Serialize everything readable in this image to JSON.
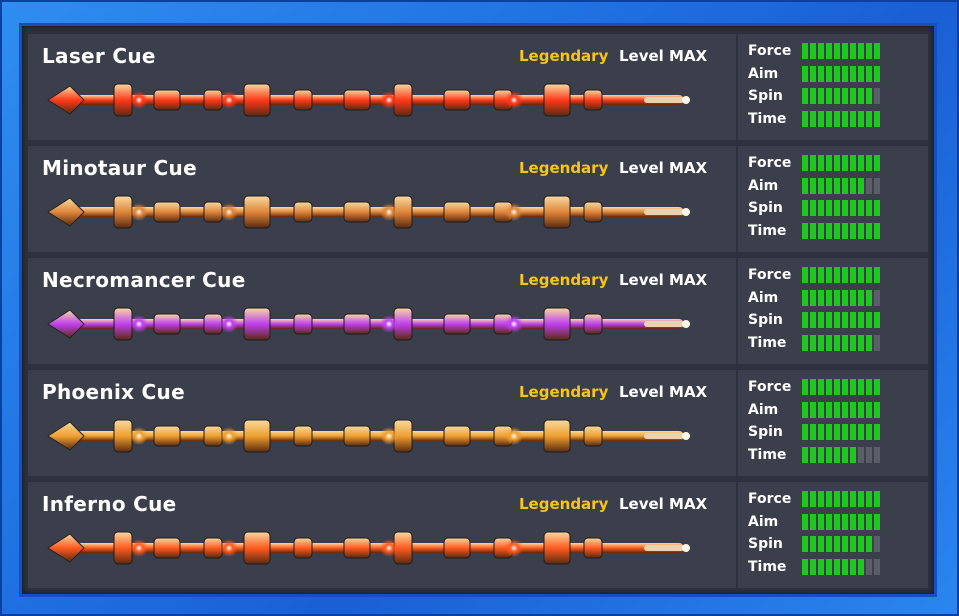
{
  "rarity_color": "#f2c814",
  "stat_on_color": "#1ec81e",
  "stat_off_color": "#5a5e66",
  "cues": [
    {
      "name": "Laser Cue",
      "rarity": "Legendary",
      "level": "Level MAX",
      "accent": "#ff3a1a",
      "stats": [
        {
          "label": "Force",
          "value": 10,
          "max": 10
        },
        {
          "label": "Aim",
          "value": 10,
          "max": 10
        },
        {
          "label": "Spin",
          "value": 9,
          "max": 10
        },
        {
          "label": "Time",
          "value": 10,
          "max": 10
        }
      ]
    },
    {
      "name": "Minotaur Cue",
      "rarity": "Legendary",
      "level": "Level MAX",
      "accent": "#e0863a",
      "stats": [
        {
          "label": "Force",
          "value": 10,
          "max": 10
        },
        {
          "label": "Aim",
          "value": 8,
          "max": 10
        },
        {
          "label": "Spin",
          "value": 10,
          "max": 10
        },
        {
          "label": "Time",
          "value": 10,
          "max": 10
        }
      ]
    },
    {
      "name": "Necromancer Cue",
      "rarity": "Legendary",
      "level": "Level MAX",
      "accent": "#c040f0",
      "stats": [
        {
          "label": "Force",
          "value": 10,
          "max": 10
        },
        {
          "label": "Aim",
          "value": 9,
          "max": 10
        },
        {
          "label": "Spin",
          "value": 10,
          "max": 10
        },
        {
          "label": "Time",
          "value": 9,
          "max": 10
        }
      ]
    },
    {
      "name": "Phoenix Cue",
      "rarity": "Legendary",
      "level": "Level MAX",
      "accent": "#f0a030",
      "stats": [
        {
          "label": "Force",
          "value": 10,
          "max": 10
        },
        {
          "label": "Aim",
          "value": 10,
          "max": 10
        },
        {
          "label": "Spin",
          "value": 10,
          "max": 10
        },
        {
          "label": "Time",
          "value": 7,
          "max": 10
        }
      ]
    },
    {
      "name": "Inferno Cue",
      "rarity": "Legendary",
      "level": "Level MAX",
      "accent": "#ff5a20",
      "stats": [
        {
          "label": "Force",
          "value": 10,
          "max": 10
        },
        {
          "label": "Aim",
          "value": 10,
          "max": 10
        },
        {
          "label": "Spin",
          "value": 9,
          "max": 10
        },
        {
          "label": "Time",
          "value": 8,
          "max": 10
        }
      ]
    }
  ]
}
